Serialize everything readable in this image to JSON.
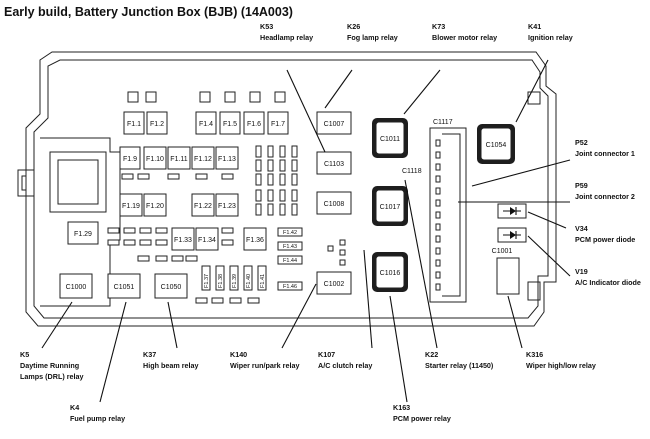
{
  "title": "Early build, Battery Junction Box (BJB) (14A003)",
  "callouts": {
    "k53": {
      "code": "K53",
      "desc": "Headlamp relay"
    },
    "k26": {
      "code": "K26",
      "desc": "Fog lamp relay"
    },
    "k73": {
      "code": "K73",
      "desc": "Blower motor relay"
    },
    "k41": {
      "code": "K41",
      "desc": "Ignition relay"
    },
    "p52": {
      "code": "P52",
      "desc": "Joint connector 1"
    },
    "p59": {
      "code": "P59",
      "desc": "Joint connector 2"
    },
    "v34": {
      "code": "V34",
      "desc": "PCM power diode"
    },
    "v19": {
      "code": "V19",
      "desc": "A/C Indicator diode"
    },
    "k5": {
      "code": "K5",
      "desc1": "Daytime Running",
      "desc2": "Lamps (DRL) relay"
    },
    "k4": {
      "code": "K4",
      "desc": "Fuel pump relay"
    },
    "k37": {
      "code": "K37",
      "desc": "High beam relay"
    },
    "k140": {
      "code": "K140",
      "desc": "Wiper run/park relay"
    },
    "k107": {
      "code": "K107",
      "desc": "A/C clutch relay"
    },
    "k22": {
      "code": "K22",
      "desc": "Starter relay (11450)"
    },
    "k163": {
      "code": "K163",
      "desc": "PCM power relay"
    },
    "k316": {
      "code": "K316",
      "desc": "Wiper high/low relay"
    }
  },
  "relays": {
    "c1007": "C1007",
    "c1103": "C1103",
    "c1008": "C1008",
    "c1002": "C1002",
    "c1011": "C1011",
    "c1017": "C1017",
    "c1016": "C1016",
    "c1000": "C1000",
    "c1051": "C1051",
    "c1050": "C1050",
    "c1054": "C1054",
    "c1001": "C1001"
  },
  "connectors": {
    "c1117": "C1117",
    "c1118": "C1118"
  },
  "fuses": {
    "f1_1": "F1.1",
    "f1_2": "F1.2",
    "f1_4": "F1.4",
    "f1_5": "F1.5",
    "f1_6": "F1.6",
    "f1_7": "F1.7",
    "f1_9": "F1.9",
    "f1_10": "F1.10",
    "f1_11": "F1.11",
    "f1_12": "F1.12",
    "f1_13": "F1.13",
    "f1_19": "F1.19",
    "f1_20": "F1.20",
    "f1_22": "F1.22",
    "f1_23": "F1.23",
    "f1_29": "F1.29",
    "f1_33": "F1.33",
    "f1_34": "F1.34",
    "f1_36": "F1.36",
    "f1_37": "F1.37",
    "f1_38": "F1.38",
    "f1_39": "F1.39",
    "f1_40": "F1.40",
    "f1_41": "F1.41",
    "f1_42": "F1.42",
    "f1_43": "F1.43",
    "f1_44": "F1.44",
    "f1_46": "F1.46"
  }
}
